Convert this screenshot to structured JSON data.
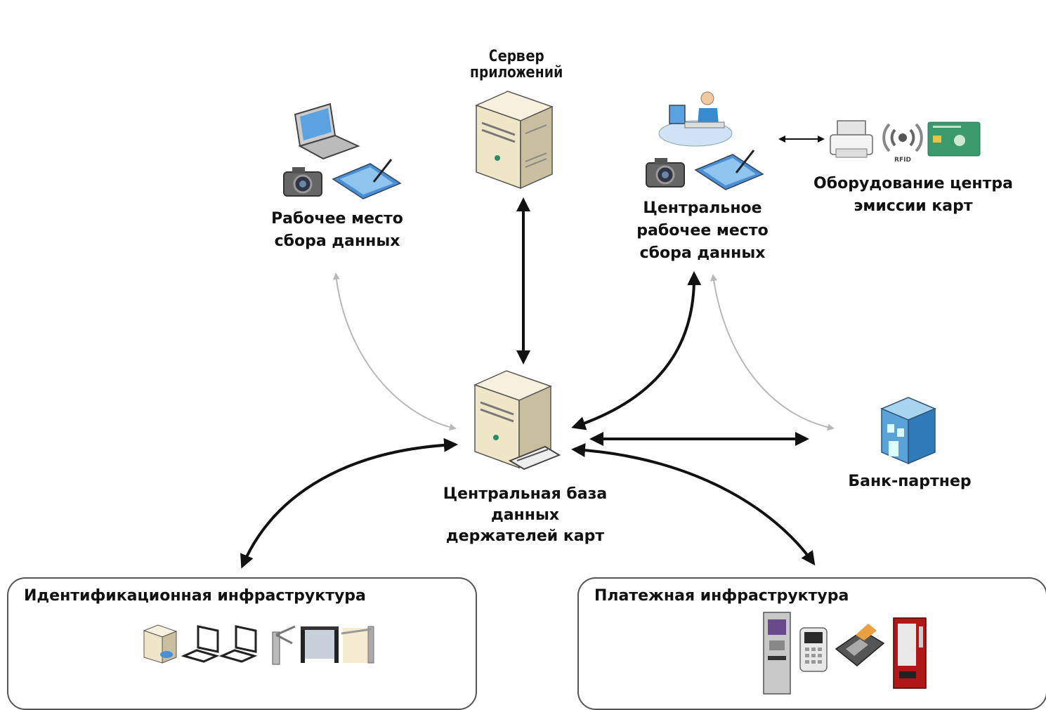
{
  "nodes": {
    "app_server": [
      "Сервер",
      "приложений"
    ],
    "workstation": [
      "Рабочее место",
      "сбора данных"
    ],
    "central_workstation": [
      "Центральное",
      "рабочее место",
      "сбора данных"
    ],
    "card_equipment": [
      "Оборудование центра",
      "эмиссии карт"
    ],
    "central_db": [
      "Центральная база",
      "данных",
      "держателей карт"
    ],
    "partner_bank": [
      "Банк-партнер"
    ]
  },
  "rfid_text": "RFID",
  "boxes": {
    "id_infra_title": "Идентификационная инфраструктура",
    "pay_infra_title": "Платежная инфраструктура"
  },
  "colors": {
    "strong_arrow": "#111111",
    "weak_arrow": "#b8b8b8",
    "server_body": "#efe6c8",
    "box_border": "#555555",
    "card": "#3a9a6a"
  }
}
